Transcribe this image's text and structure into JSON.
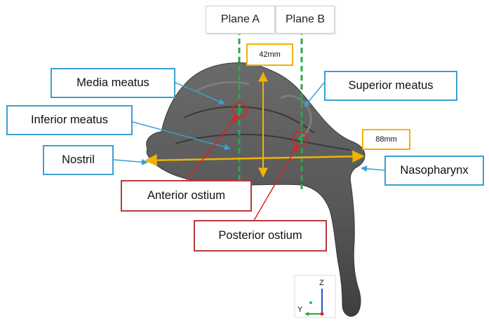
{
  "planes": {
    "a": "Plane A",
    "b": "Plane B"
  },
  "dimensions": {
    "height": "42mm",
    "length": "88mm"
  },
  "labels": {
    "media_meatus": "Media meatus",
    "inferior_meatus": "Inferior meatus",
    "nostril": "Nostril",
    "superior_meatus": "Superior meatus",
    "nasopharynx": "Nasopharynx",
    "anterior_ostium": "Anterior ostium",
    "posterior_ostium": "Posterior ostium"
  },
  "axes": {
    "z": "Z",
    "y": "Y"
  },
  "colors": {
    "callout_blue": "#3aa0d0",
    "callout_red": "#b63a3a",
    "plane_green": "#2aa84a",
    "dimension_orange": "#f0b400",
    "model_gray": "#5a5a5a"
  }
}
